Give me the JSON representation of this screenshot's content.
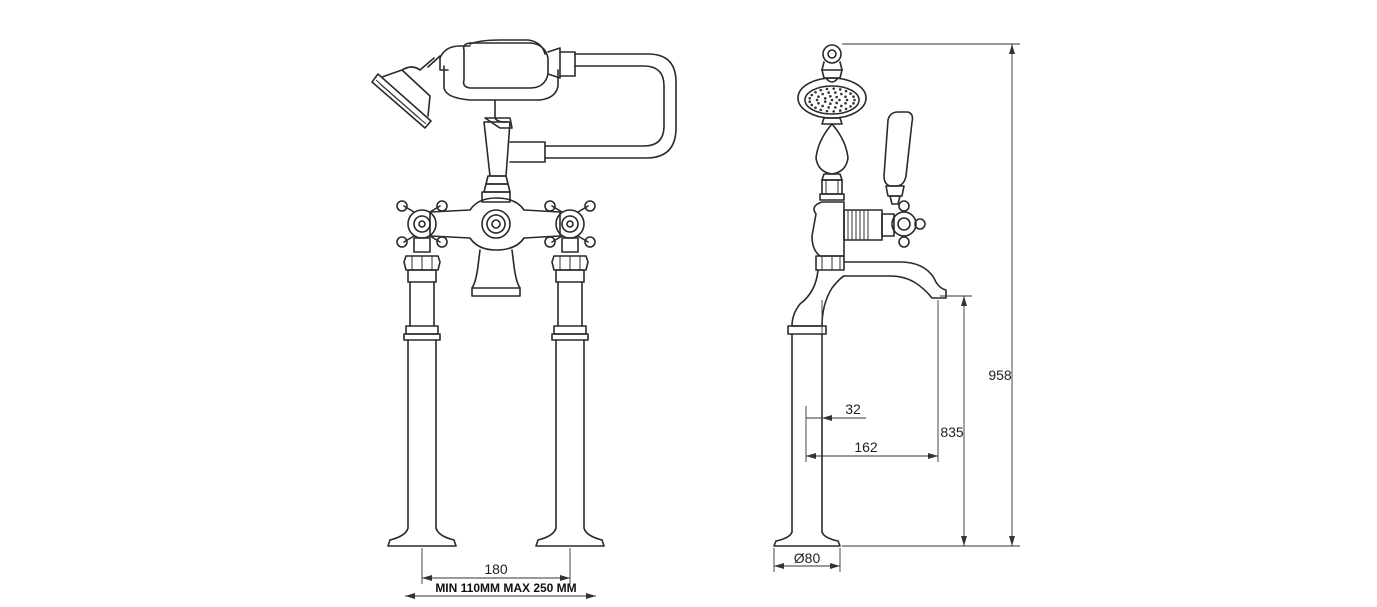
{
  "dimensions": {
    "height_total": "958",
    "spout_height": "835",
    "pipe_offset": "32",
    "spout_reach": "162",
    "base_diameter": "Ø80",
    "centers": "180",
    "center_range": "MIN 110MM  MAX 250 MM"
  },
  "colors": {
    "line": "#2a2a2a",
    "background": "#ffffff"
  }
}
